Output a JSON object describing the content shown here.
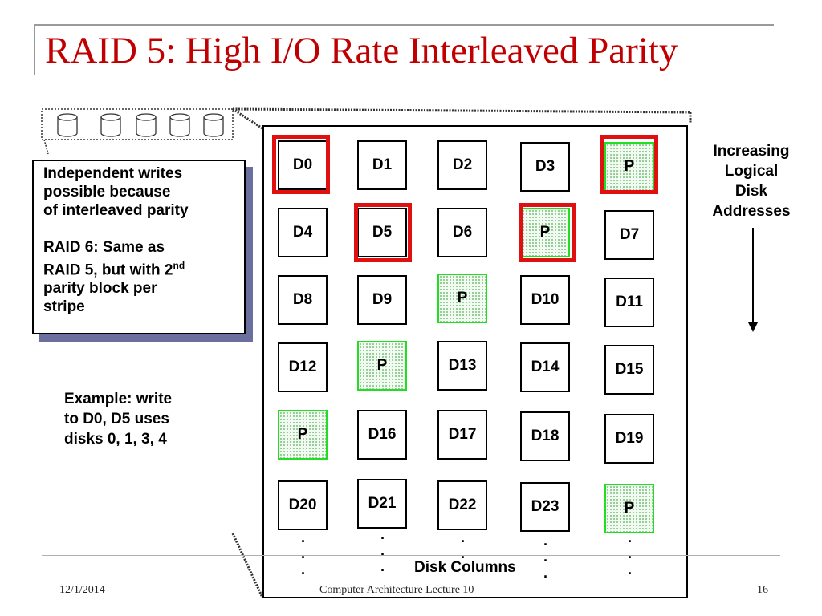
{
  "title": "RAID 5: High I/O Rate Interleaved Parity",
  "callout": {
    "line1": "Independent writes",
    "line2": "possible because",
    "line3": "of interleaved parity",
    "raid6_line1": "RAID 6: Same as",
    "raid6_line2a": "RAID 5, but with 2",
    "raid6_sup": "nd",
    "raid6_line3": "parity block per",
    "raid6_line4": "stripe"
  },
  "example_text": "Example: write\nto D0, D5 uses\ndisks 0, 1, 3, 4",
  "right_label": "Increasing\nLogical\nDisk\nAddresses",
  "disk_columns_label": "Disk Columns",
  "parity_label": "P",
  "grid": [
    [
      "D0",
      "D1",
      "D2",
      "D3",
      "P"
    ],
    [
      "D4",
      "D5",
      "D6",
      "P",
      "D7"
    ],
    [
      "D8",
      "D9",
      "P",
      "D10",
      "D11"
    ],
    [
      "D12",
      "P",
      "D13",
      "D14",
      "D15"
    ],
    [
      "P",
      "D16",
      "D17",
      "D18",
      "D19"
    ],
    [
      "D20",
      "D21",
      "D22",
      "D23",
      "P"
    ]
  ],
  "highlighted_blocks": [
    "D0",
    "D5",
    "P-row0",
    "P-row1"
  ],
  "colors": {
    "title": "#c00000",
    "highlight": "#e01010",
    "parity_border": "#22dd22",
    "callout_shadow": "#6a6f9e"
  },
  "footer": {
    "date": "12/1/2014",
    "lecture": "Computer Architecture Lecture 10",
    "page": "16"
  }
}
